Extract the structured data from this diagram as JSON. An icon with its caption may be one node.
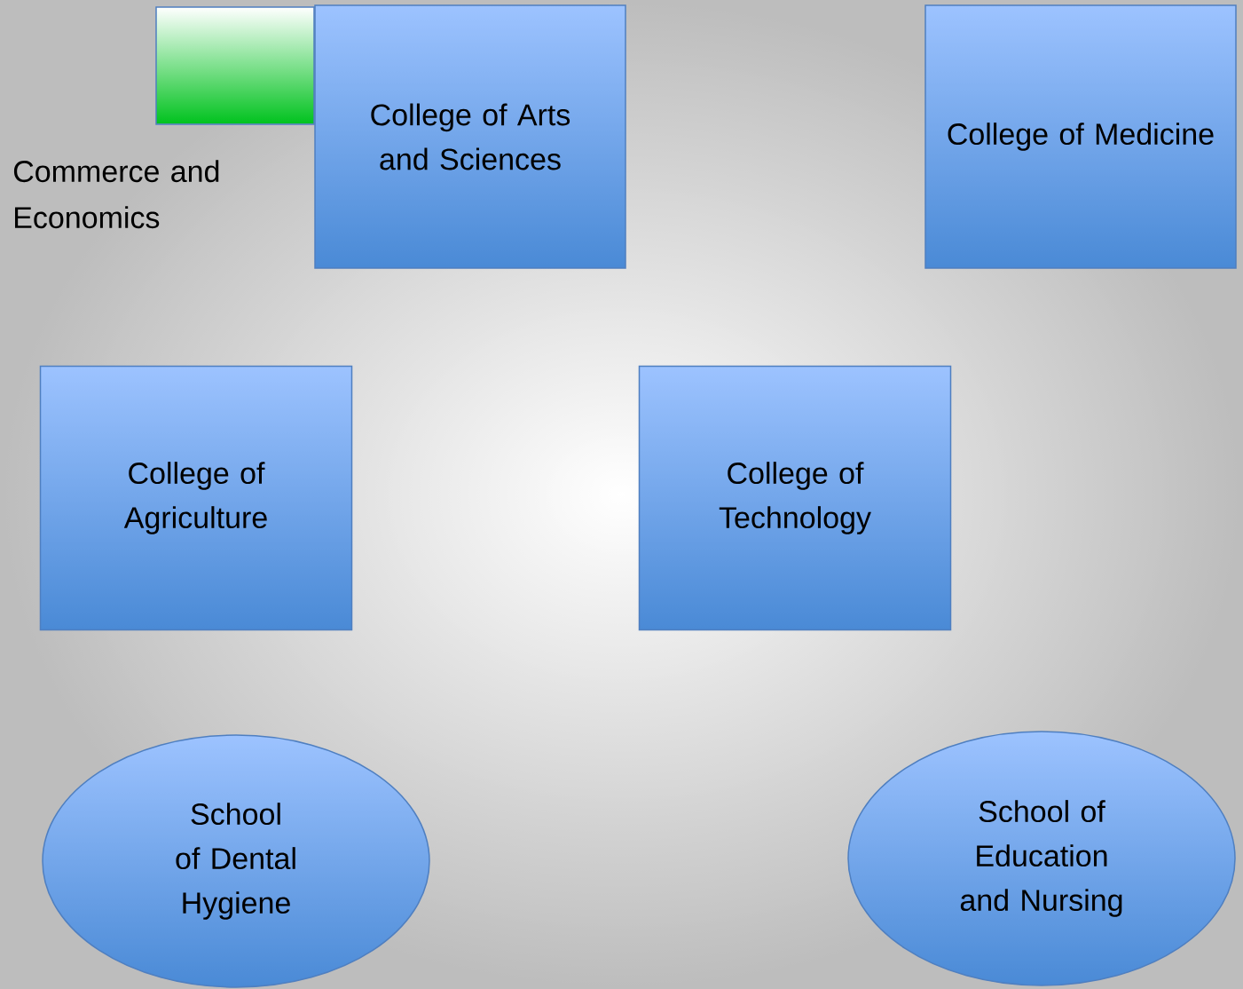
{
  "diagram": {
    "nodes": [
      {
        "text": [],
        "shape": "box"
      },
      {
        "text": [
          "College of Arts and Sciences"
        ]
      },
      {
        "text": [
          "College of Medicine"
        ]
      },
      {
        "text": [
          "College of Agriculture"
        ]
      },
      {
        "text": [
          "College of Technology"
        ]
      },
      {
        "text": [
          "School of Dental Hygiene"
        ]
      },
      {
        "text": [
          "School of Education and Nursing"
        ]
      }
    ],
    "labels": [
      "Commerce and Economics"
    ]
  }
}
